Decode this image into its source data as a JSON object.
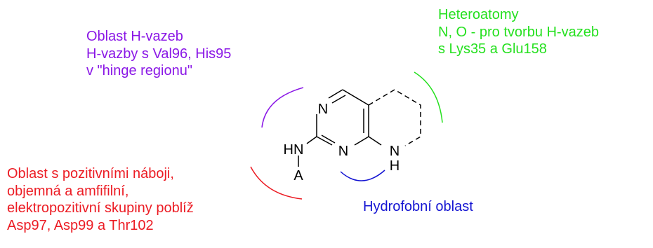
{
  "colors": {
    "purple": "#8a17e6",
    "green": "#25e01f",
    "red": "#ec1c24",
    "blue": "#1414d2",
    "black": "#000000"
  },
  "regions": {
    "hbond": {
      "lines": [
        "Oblast H-vazeb",
        "H-vazby s Val96, His95",
        "v \"hinge regionu\""
      ]
    },
    "hetero": {
      "lines": [
        "Heteroatomy",
        "N, O - pro tvorbu H-vazeb",
        "s Lys35 a Glu158"
      ]
    },
    "positive": {
      "lines": [
        "Oblast s pozitivními náboji,",
        "objemná a amfifilní,",
        "elektropozitivní skupiny poblíž",
        "Asp97, Asp99 a Thr102"
      ]
    },
    "hydrophobic": {
      "lines": [
        "Hydrofobní oblast"
      ]
    }
  },
  "atoms": {
    "n_top": "N",
    "n_bottom": "N",
    "n_ring": "N",
    "h_ring": "H",
    "hn": "HN",
    "a": "A"
  }
}
